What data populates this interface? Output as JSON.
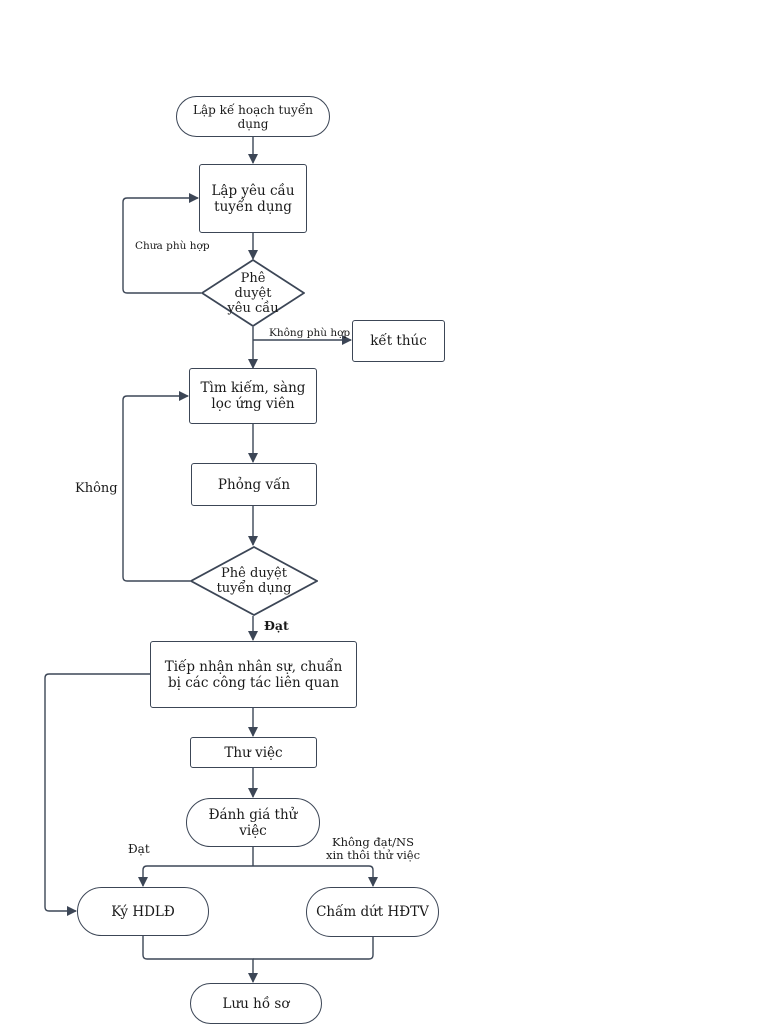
{
  "nodes": {
    "start": "Lập kế hoạch tuyển dụng",
    "request": "Lập yêu cầu tuyển dụng",
    "approve_request": "Phê duyệt yêu cầu",
    "end_node": "kết thúc",
    "search": "Tìm kiếm, sàng lọc ứng viên",
    "interview": "Phỏng vấn",
    "approve_hire": "Phê duyệt tuyển dụng",
    "onboard": "Tiếp nhận nhân sự, chuẩn bị các công tác liên quan",
    "probation": "Thư việc",
    "evaluate": "Đánh giá thử việc",
    "sign": "Ký HDLĐ",
    "terminate": "Chấm dứt HĐTV",
    "archive": "Lưu hồ sơ"
  },
  "labels": {
    "not_suitable_loop": "Chưa phù hợp",
    "not_suitable_exit": "Không phù hợp",
    "no": "Không",
    "pass": "Đạt",
    "pass_eval": "Đạt",
    "fail_eval": "Không đạt/NS xin thôi thử việc"
  }
}
